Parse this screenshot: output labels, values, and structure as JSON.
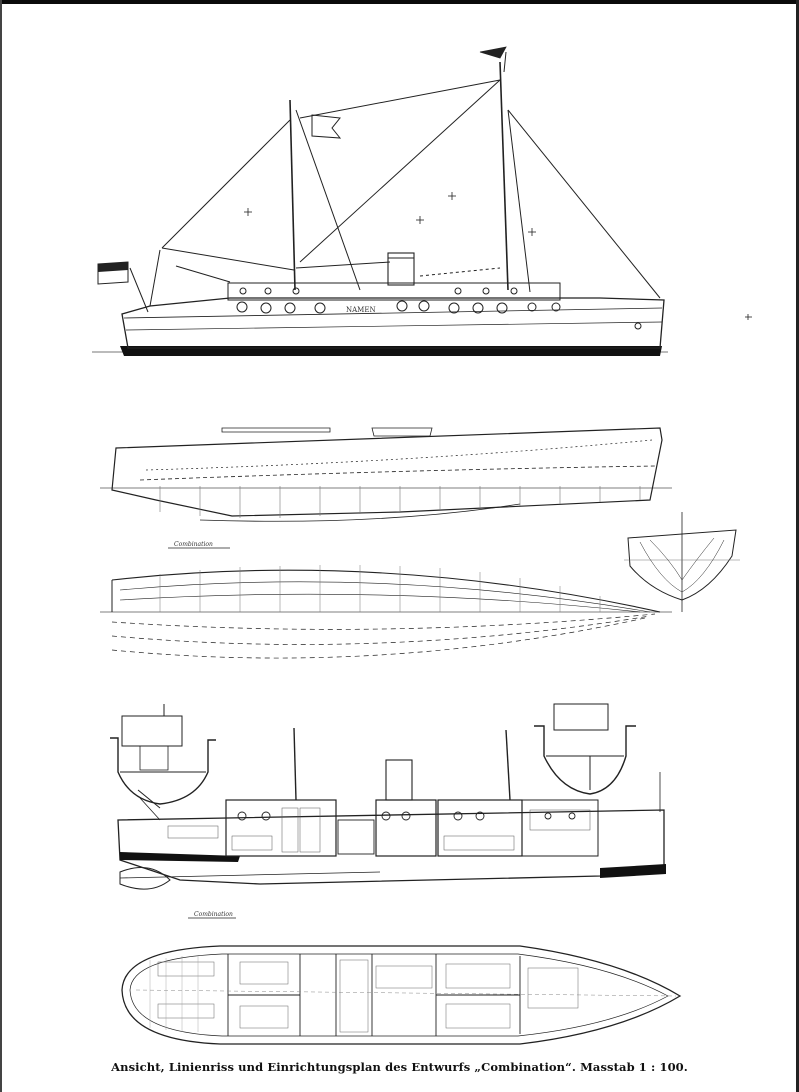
{
  "caption": "Ansicht, Linienriss und Einrichtungsplan des Entwurfs „Combination“.  Masstab 1 : 100.",
  "labels": {
    "hull_name": "NAMEN",
    "lines_title": "Combination",
    "profile_title": "Combination"
  }
}
